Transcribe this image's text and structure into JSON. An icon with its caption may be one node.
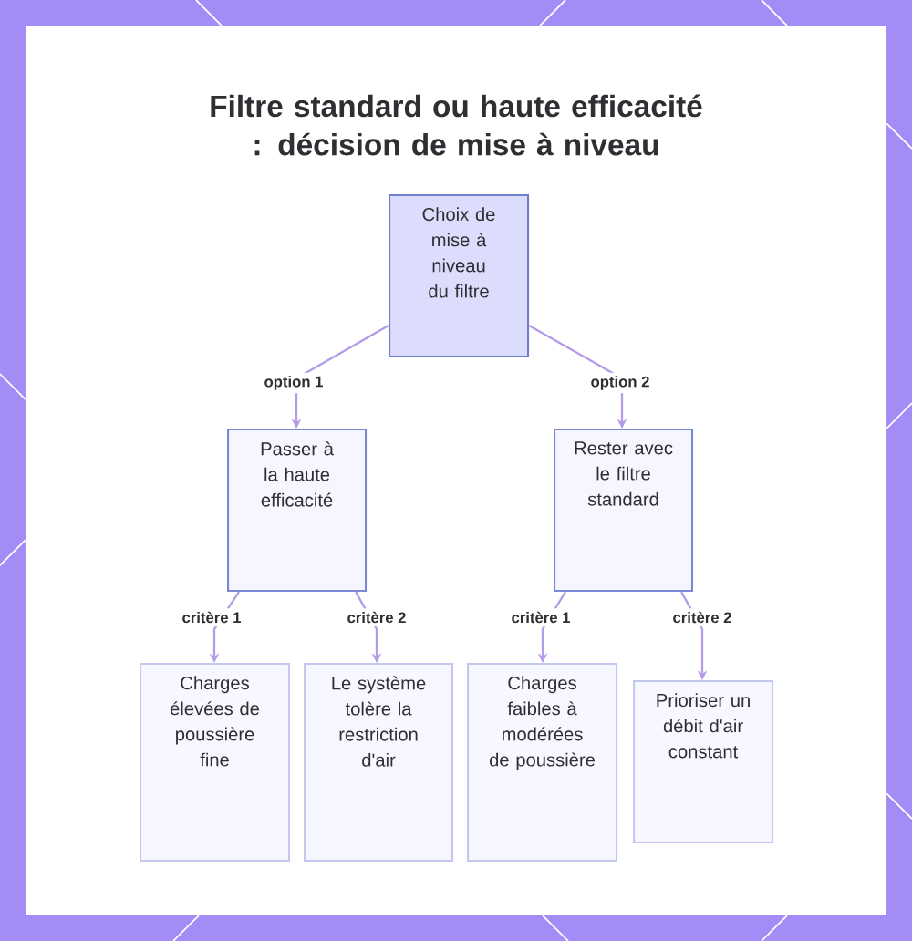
{
  "diagram": {
    "title": "Filtre standard ou haute efficacité : décision de mise à niveau",
    "nodes": [
      {
        "text": [
          "Choix de mise à niveau du filtre"
        ]
      },
      {
        "text": [
          "Passer à la haute efficacité"
        ]
      },
      {
        "text": [
          "Rester avec le filtre standard"
        ]
      },
      {
        "text": [
          "Charges élevées de poussière fine"
        ]
      },
      {
        "text": [
          "Le système tolère la restriction d'air"
        ]
      },
      {
        "text": [
          "Charges faibles à modérées de poussière"
        ]
      },
      {
        "text": [
          "Prioriser un débit d'air constant"
        ]
      }
    ],
    "edges": [
      {
        "from": 0,
        "to": 1,
        "arrow": "to",
        "label": "option 1"
      },
      {
        "from": 0,
        "to": 2,
        "arrow": "to",
        "label": "option 2"
      },
      {
        "from": 1,
        "to": 3,
        "arrow": "to",
        "label": "critère 1"
      },
      {
        "from": 1,
        "to": 4,
        "arrow": "to",
        "label": "critère 2"
      },
      {
        "from": 2,
        "to": 5,
        "arrow": "to",
        "label": "critère 1"
      },
      {
        "from": 2,
        "to": 6,
        "arrow": "to",
        "label": "critère 2"
      }
    ]
  }
}
